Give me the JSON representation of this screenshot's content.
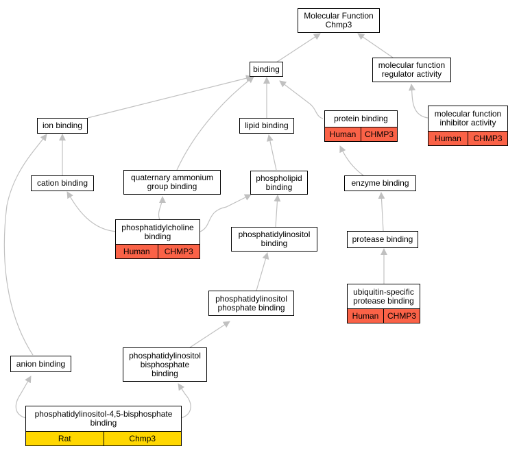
{
  "nodes": {
    "mf": "Molecular Function\nChmp3",
    "binding": "binding",
    "mfra": "molecular function\nregulator activity",
    "ion": "ion binding",
    "lipid": "lipid binding",
    "protein": "protein binding",
    "mfia": "molecular function\ninhibitor activity",
    "cation": "cation binding",
    "qagb": "quaternary ammonium\ngroup binding",
    "phospholipid": "phospholipid\nbinding",
    "enzyme": "enzyme binding",
    "pcb": "phosphatidylcholine\nbinding",
    "pib": "phosphatidylinositol\nbinding",
    "protease": "protease binding",
    "pipb": "phosphatidylinositol\nphosphate binding",
    "uspb": "ubiquitin-specific\nprotease binding",
    "anion": "anion binding",
    "pibpb": "phosphatidylinositol\nbisphosphate\nbinding",
    "pi45": "phosphatidylinositol-4,5-bisphosphate\nbinding"
  },
  "annotations": {
    "protein": [
      "Human",
      "CHMP3"
    ],
    "mfia": [
      "Human",
      "CHMP3"
    ],
    "pcb": [
      "Human",
      "CHMP3"
    ],
    "uspb": [
      "Human",
      "CHMP3"
    ],
    "pi45": [
      "Rat",
      "Chmp3"
    ]
  },
  "colors": {
    "human": "#fa6247",
    "rat": "#ffd700",
    "edge": "#c0c0c0"
  }
}
